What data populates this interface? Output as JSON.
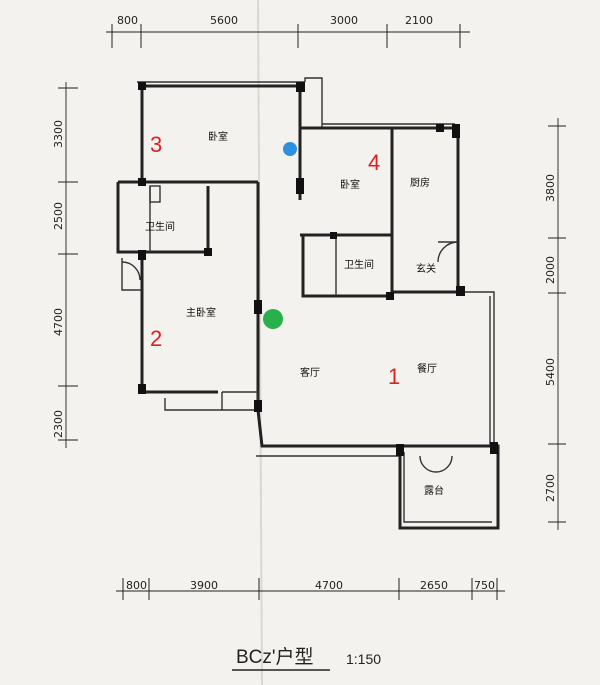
{
  "dimensions": {
    "top": [
      "800",
      "5600",
      "3000",
      "2100"
    ],
    "bottom": [
      "800",
      "3900",
      "4700",
      "2650",
      "750"
    ],
    "left": [
      "3300",
      "2500",
      "4700",
      "2300"
    ],
    "right": [
      "3800",
      "2000",
      "5400",
      "2700"
    ]
  },
  "rooms": {
    "bedroom3": "卧室",
    "bedroom4": "卧室",
    "kitchen": "厨房",
    "bath1": "卫生间",
    "bath2": "卫生间",
    "entry": "玄关",
    "master": "主卧室",
    "living": "客厅",
    "dining": "餐厅",
    "balcony": "露台"
  },
  "numbers": {
    "n1": "1",
    "n2": "2",
    "n3": "3",
    "n4": "4"
  },
  "markers": {
    "blue": "#2f8fe0",
    "green": "#28b04a"
  },
  "title": {
    "name": "BCz'户型",
    "scale": "1:150"
  }
}
